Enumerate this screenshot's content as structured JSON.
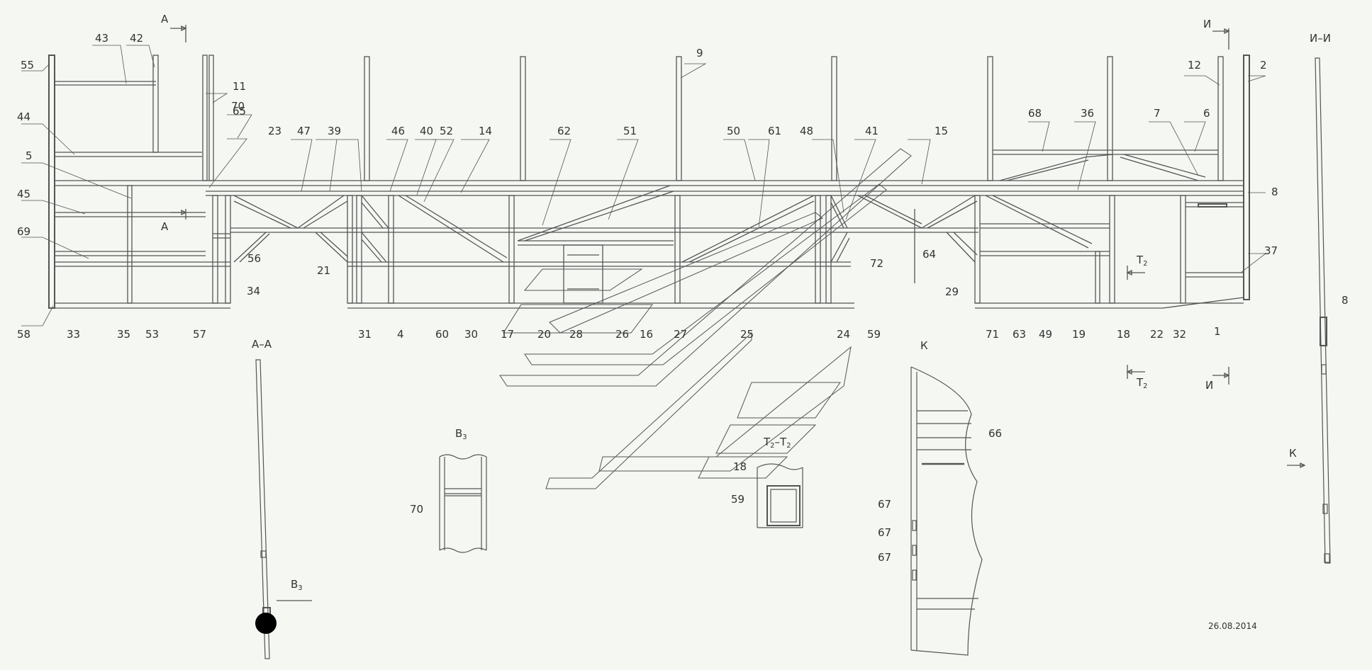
{
  "labels": [
    "1",
    "2",
    "4",
    "5",
    "6",
    "7",
    "8",
    "8",
    "9",
    "11",
    "12",
    "14",
    "15",
    "16",
    "17",
    "18",
    "18",
    "19",
    "20",
    "21",
    "22",
    "23",
    "24",
    "25",
    "26",
    "27",
    "28",
    "29",
    "30",
    "31",
    "32",
    "33",
    "34",
    "35",
    "36",
    "37",
    "39",
    "40",
    "41",
    "42",
    "43",
    "44",
    "45",
    "46",
    "47",
    "48",
    "49",
    "50",
    "51",
    "52",
    "53",
    "55",
    "56",
    "57",
    "58",
    "59",
    "59",
    "60",
    "61",
    "62",
    "63",
    "64",
    "65",
    "66",
    "67",
    "67",
    "67",
    "68",
    "69",
    "70",
    "70",
    "71",
    "72"
  ],
  "sections": {
    "aa": "А–А",
    "ii": "И–И",
    "k": "К",
    "v3_main": "В",
    "v3_sub": "3",
    "t2_main": "Т",
    "t2_sub": "2",
    "t2t2_left": "Т",
    "t2t2_right": "–Т",
    "marker_a": "А",
    "marker_i": "И",
    "marker_k": "К"
  },
  "date": "26.08.2014",
  "colors": {
    "line": "#555555",
    "background": "#f4f7f2",
    "text": "#333333"
  }
}
